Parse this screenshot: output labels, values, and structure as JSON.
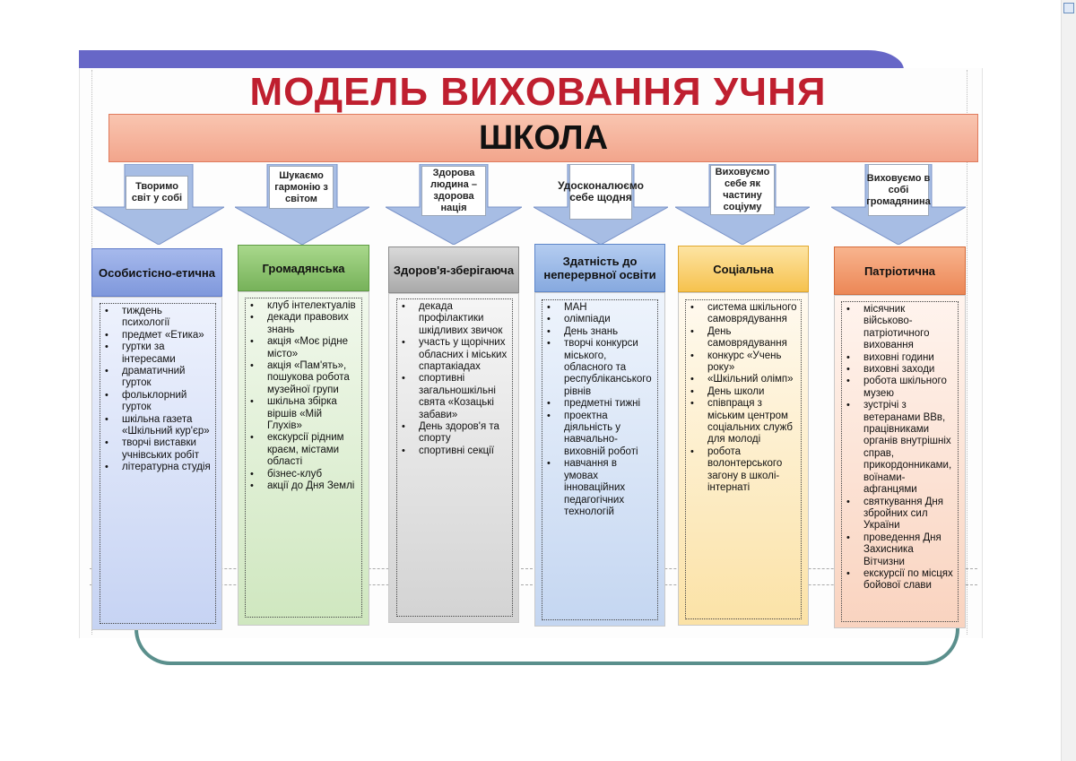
{
  "title": "МОДЕЛЬ ВИХОВАННЯ УЧНЯ",
  "school": "ШКОЛА",
  "columns": [
    {
      "arrow_text": "Творимо світ у собі",
      "header": "Особистісно-етична",
      "items": [
        "тиждень психології",
        "предмет «Етика»",
        "гуртки за інтересами",
        "драматичний гурток",
        "фольклорний гурток",
        "шкільна газета «Шкільний кур'єр»",
        "творчі виставки учнівських робіт",
        "літературна студія"
      ]
    },
    {
      "arrow_text": "Шукаємо гармонію з світом",
      "header": "Громадянська",
      "items": [
        "клуб інтелектуалів",
        "декади правових знань",
        "акція «Моє рідне місто»",
        "акція «Пам'ять», пошукова робота музейної групи",
        "шкільна збірка віршів «Мій Глухів»",
        "екскурсії рідним краєм, містами області",
        "бізнес-клуб",
        "акції до Дня Землі"
      ]
    },
    {
      "arrow_text": "Здорова людина – здорова нація",
      "header": "Здоров'я-зберігаюча",
      "items": [
        "декада профілактики шкідливих звичок",
        "участь у щорічних обласних і міських спартакіадах",
        "спортивні загальношкільні свята «Козацькі забави»",
        "День здоров'я та спорту",
        "спортивні секції"
      ]
    },
    {
      "arrow_text": "Удосконалюємо себе щодня",
      "header": "Здатність до неперервної освіти",
      "items": [
        "МАН",
        "олімпіади",
        "День знань",
        "творчі конкурси міського, обласного та республіканського рівнів",
        "предметні тижні",
        "проектна діяльність у навчально-виховній роботі",
        "навчання в умовах інноваційних педагогічних технологій"
      ]
    },
    {
      "arrow_text": "Виховуємо себе як частину соціуму",
      "header": "Соціальна",
      "items": [
        "система шкільного самоврядування",
        "День самоврядування",
        "конкурс «Учень року»",
        "«Шкільний олімп»",
        "День школи",
        "співпраця з міським центром соціальних служб для молоді",
        "робота волонтерського загону в школі-інтернаті"
      ]
    },
    {
      "arrow_text": "Виховуємо в собі громадянина",
      "header": "Патріотична",
      "items": [
        "місячник військово-патріотичного виховання",
        "виховні години",
        "виховні заходи",
        "робота шкільного музею",
        "зустрічі з ветеранами ВВв, працівниками органів внутрішніх справ, прикордонниками, воїнами-афганцями",
        "святкування Дня збройних сил України",
        "проведення Дня Захисника Вітчизни",
        "екскурсії по місцях бойової слави"
      ]
    }
  ],
  "colors": {
    "title": "#bf1f2f",
    "school_fill": "#f4ae96",
    "top_band": "#6767c7",
    "arrow_fill": "#a7bde4",
    "col1": "#8fa6e2",
    "col2": "#8fc46e",
    "col3": "#bdbdbd",
    "col4": "#9ab9e4",
    "col5": "#f7cd6a",
    "col6": "#ef8f5f"
  }
}
